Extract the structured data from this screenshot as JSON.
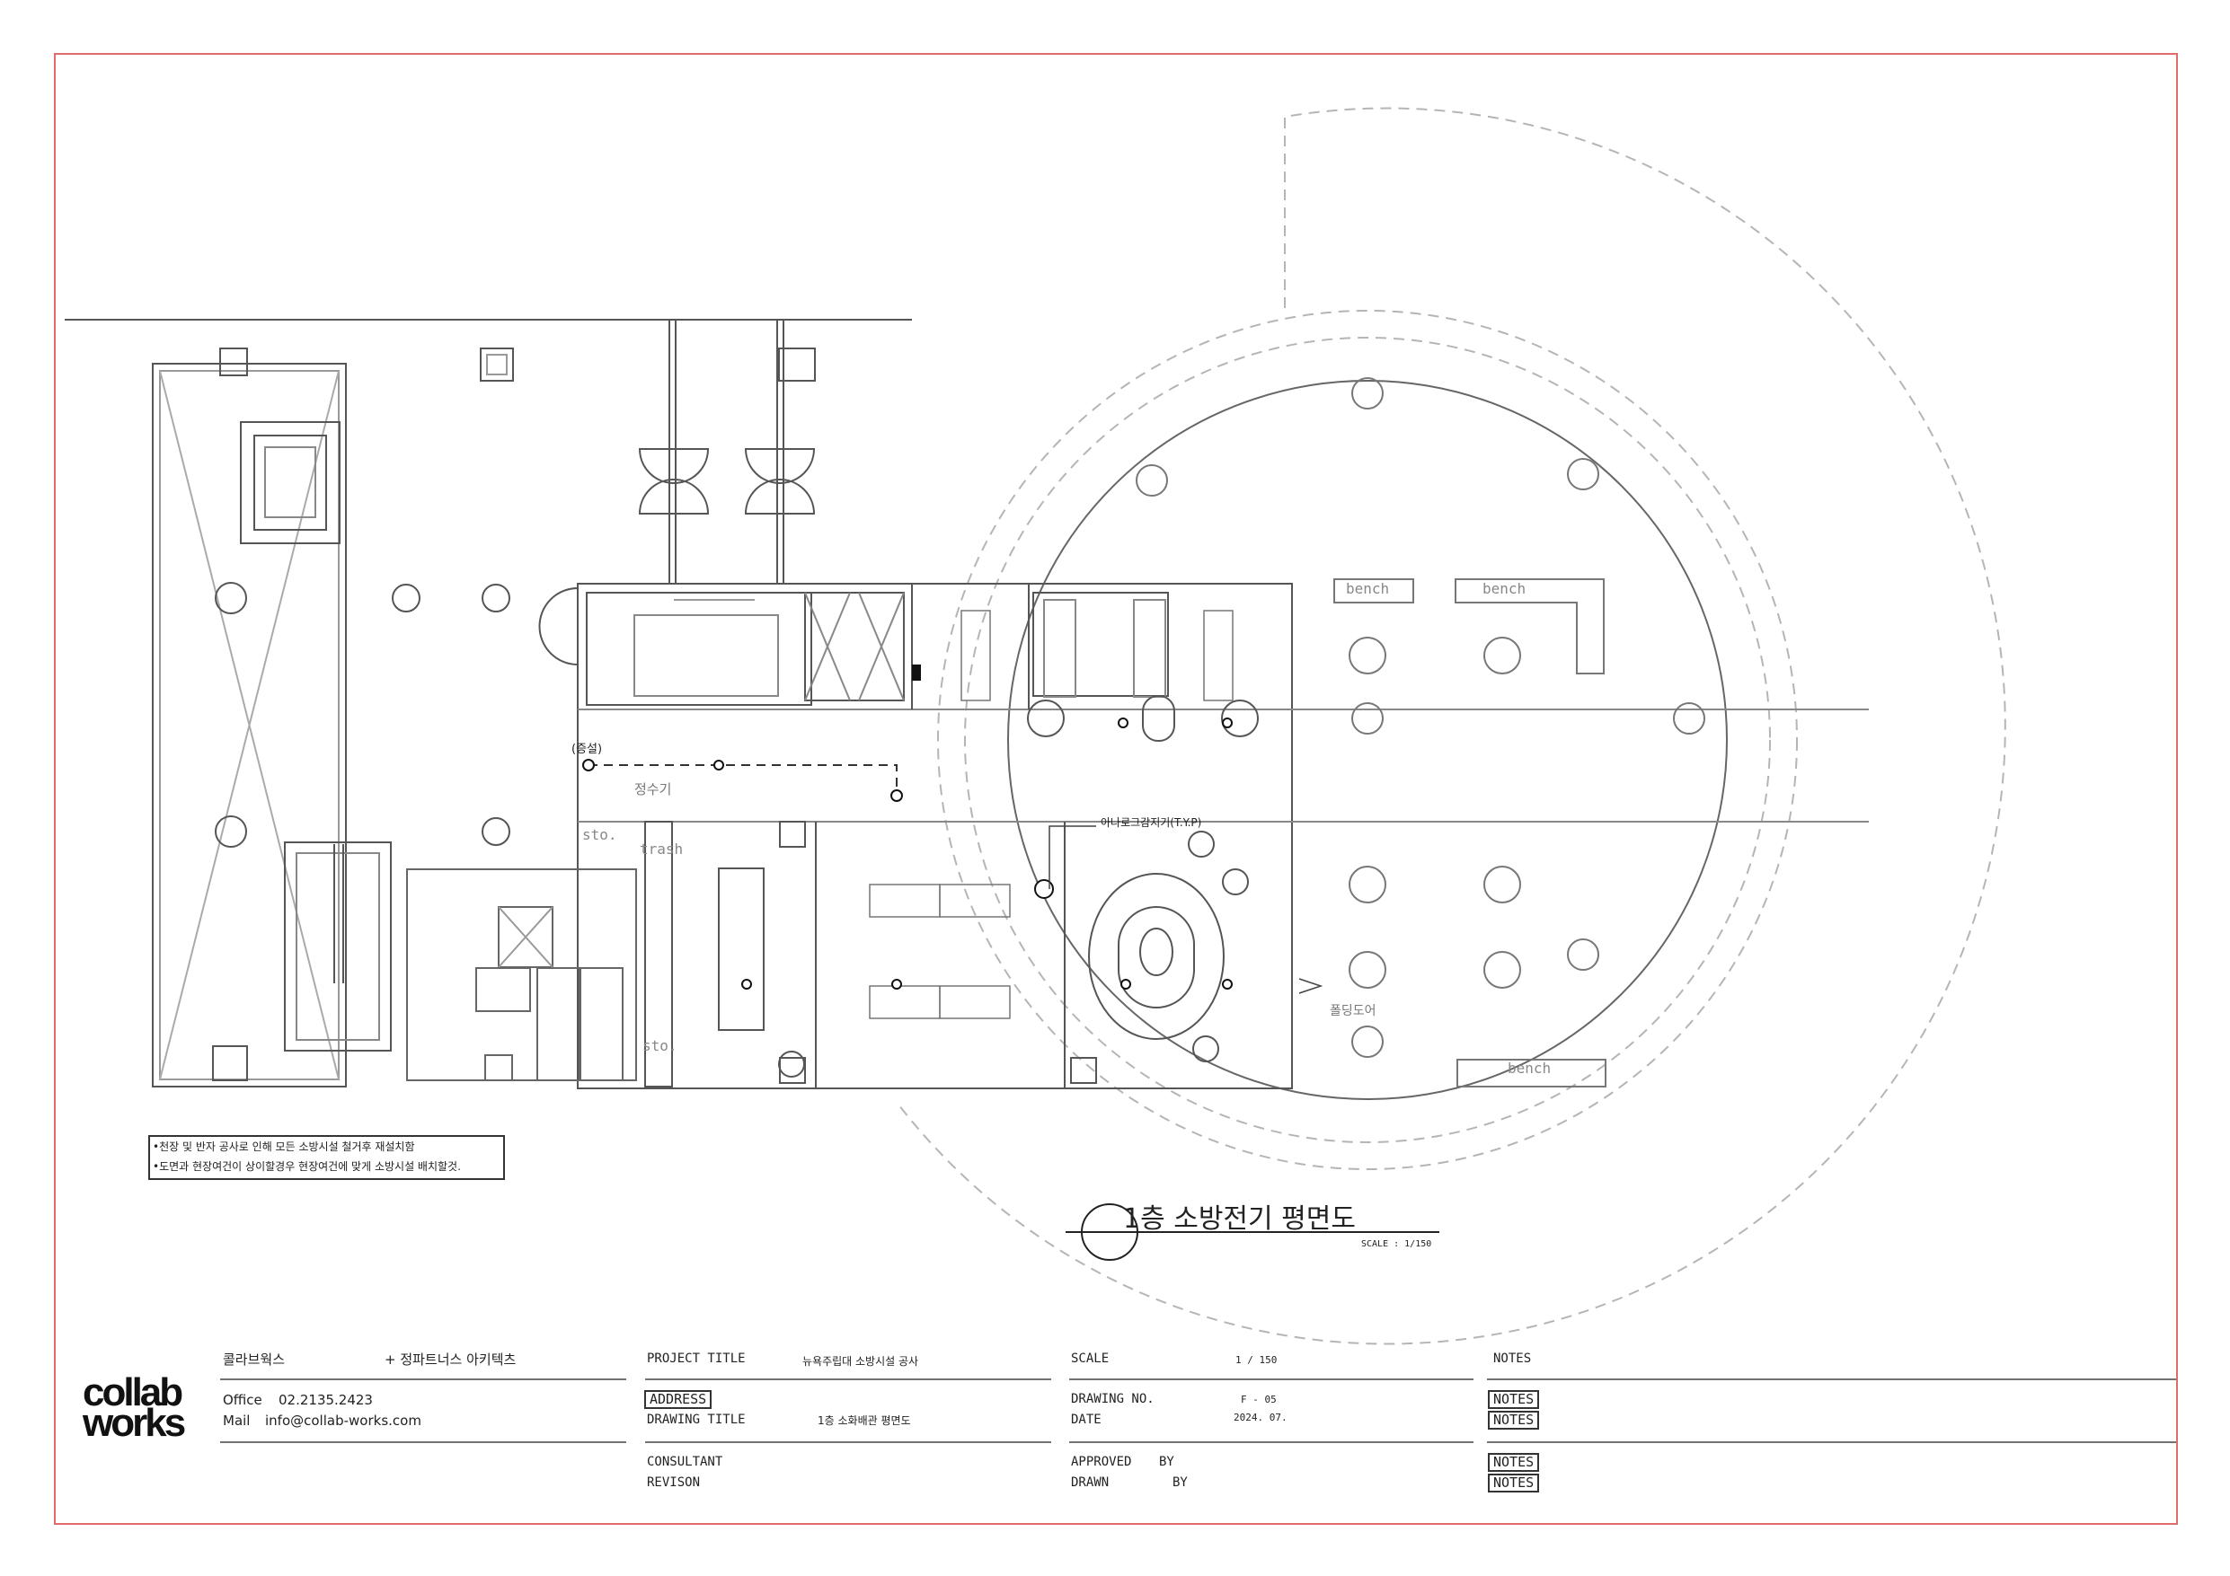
{
  "plan_labels": {
    "bench_1": "bench",
    "bench_2": "bench",
    "bench_3": "bench",
    "new_install": "(증설)",
    "water_purifier": "정수기",
    "sto_1": "sto.",
    "trash": "trash",
    "sto_2": "sto.",
    "analog_detector": "아나로그감지기(T.Y.P)",
    "folding_door": "폴딩도어"
  },
  "general_notes": [
    "•천장 및 반자 공사로 인해 모든 소방시설 철거후 재설치함",
    "•도면과 현장여건이 상이할경우 현장여건에 맞게 소방시설 배치할것."
  ],
  "drawing_heading": {
    "title": "1층 소방전기 평면도",
    "scale": "SCALE : 1/150"
  },
  "title_block": {
    "firm_name": "콜라브웍스",
    "partner": "+ 정파트너스 아키텍츠",
    "logo_line1": "collab",
    "logo_line2": "works",
    "office_label": "Office",
    "office_phone": "02.2135.2423",
    "mail_label": "Mail",
    "mail": "info@collab-works.com",
    "project_title_label": "PROJECT TITLE",
    "project_title": "뉴욕주립대 소방시설 공사",
    "address_label": "ADDRESS",
    "drawing_title_label": "DRAWING TITLE",
    "drawing_title": "1층 소화배관 평면도",
    "consultant_label": "CONSULTANT",
    "revision_label": "REVISON",
    "scale_label": "SCALE",
    "scale_value": "1 / 150",
    "drawing_no_label": "DRAWING NO.",
    "drawing_no": "F - 05",
    "date_label": "DATE",
    "date": "2024. 07.",
    "approved_label": "APPROVED",
    "approved_by": "BY",
    "drawn_label": "DRAWN",
    "drawn_by": "BY",
    "notes_header": "NOTES",
    "notes_box_1": "NOTES",
    "notes_box_2": "NOTES",
    "notes_box_3": "NOTES",
    "notes_box_4": "NOTES"
  },
  "colors": {
    "border": "#e06b6b",
    "line": "#444444",
    "light_line": "#9a9a9a",
    "dashed": "#b5b5b5"
  }
}
